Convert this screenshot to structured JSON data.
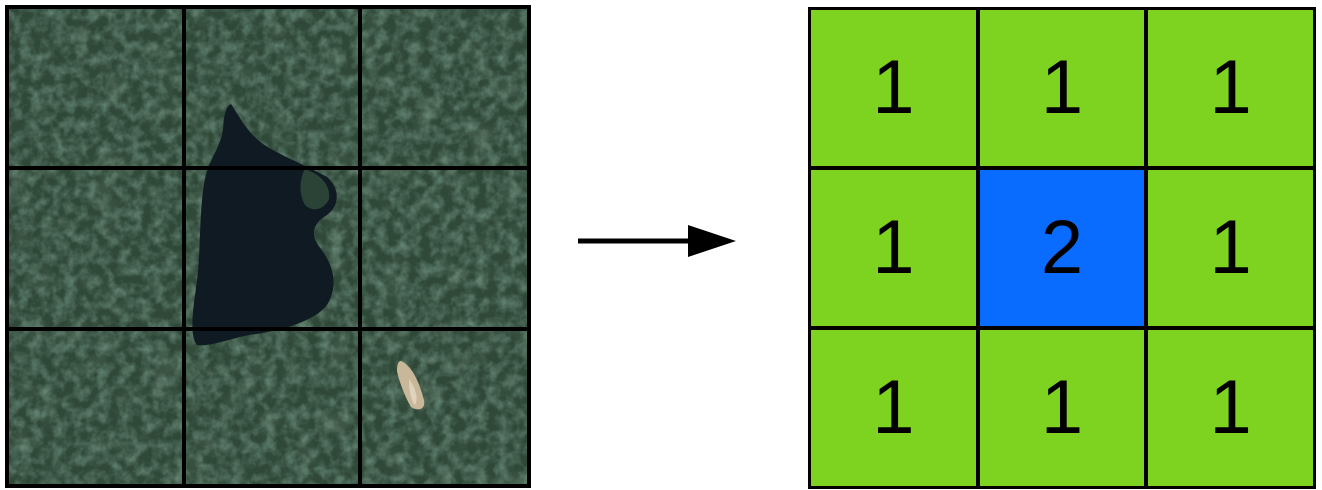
{
  "aerial_image": {
    "description_icon": "aerial-forest-lake-icon",
    "grid_rows": 3,
    "grid_cols": 3
  },
  "arrow_icon": "right-arrow-icon",
  "classification": {
    "colors": {
      "1": "#7ed321",
      "2": "#0a6cff"
    },
    "cells": [
      [
        "1",
        "1",
        "1"
      ],
      [
        "1",
        "2",
        "1"
      ],
      [
        "1",
        "1",
        "1"
      ]
    ]
  }
}
